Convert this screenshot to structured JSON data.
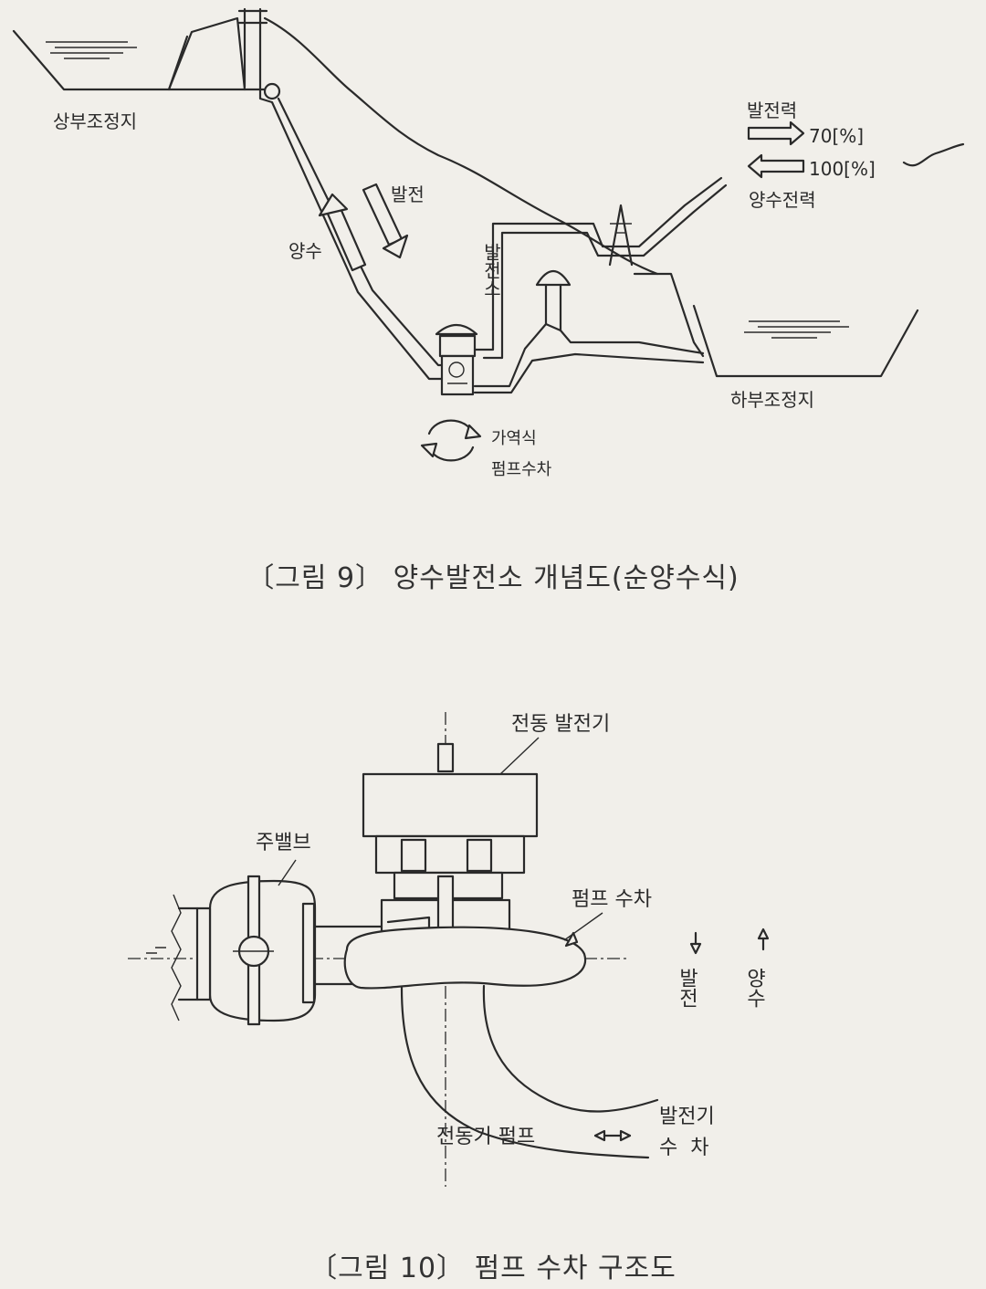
{
  "figure9": {
    "labels": {
      "upper_reservoir": "상부조정지",
      "lower_reservoir": "하부조정지",
      "pumping": "양수",
      "generation": "발전",
      "power_station": "발전소",
      "reversible_1": "가역식",
      "reversible_2": "펌프수차",
      "gen_power": "발전력",
      "gen_percent": "70[%]",
      "pump_percent": "100[%]",
      "pump_power": "양수전력"
    },
    "caption": "〔그림 9〕 양수발전소 개념도(순양수식)"
  },
  "figure10": {
    "labels": {
      "motor_generator": "전동 발전기",
      "main_valve": "주밸브",
      "pump_turbine": "펌프 수차",
      "gen_col": "발전",
      "pump_col": "양수",
      "motor_pump": "전동기 펌프",
      "generator": "발전기",
      "turbine": "수  차"
    },
    "caption": "〔그림 10〕 펌프 수차 구조도"
  }
}
